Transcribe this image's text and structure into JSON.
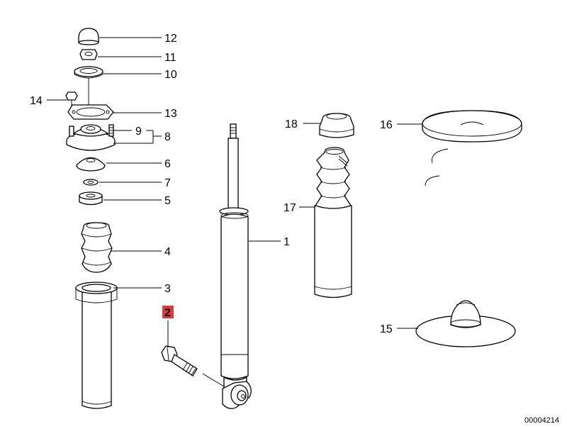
{
  "callouts": {
    "n1": "1",
    "n2": "2",
    "n3": "3",
    "n4": "4",
    "n5": "5",
    "n6": "6",
    "n7": "7",
    "n8": "8",
    "n9": "9",
    "n10": "10",
    "n11": "11",
    "n12": "12",
    "n13": "13",
    "n14": "14",
    "n15": "15",
    "n16": "16",
    "n17": "17",
    "n18": "18"
  },
  "highlight": {
    "callout": "2",
    "color": "#e03a3a"
  },
  "catalog_number": "00004214"
}
